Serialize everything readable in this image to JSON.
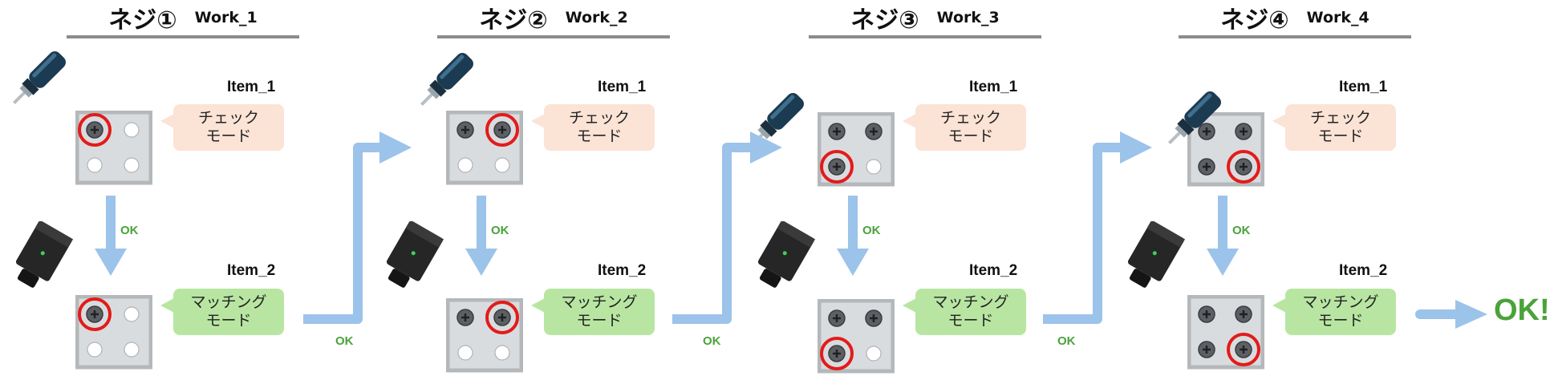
{
  "colors": {
    "arrow": "#9cc3ea",
    "ok_green": "#4aa33a",
    "highlight_ring": "#e31b1b",
    "plate_face": "#d9dcde",
    "plate_border": "#b5b8bb",
    "check_bubble": "#fbe3d6",
    "match_bubble": "#b8e6a2"
  },
  "icons": {
    "driver": "screwdriver-icon",
    "camera": "vision-sensor-icon",
    "screw": "screw-head-icon",
    "hole": "empty-hole-icon"
  },
  "labels": {
    "item_1": "Item_1",
    "item_2": "Item_2",
    "ok": "OK",
    "final_ok": "OK!"
  },
  "modes": {
    "check": "チェック\nモード",
    "matching": "マッチング\nモード"
  },
  "steps": [
    {
      "neji": "ネジ①",
      "work": "Work_1",
      "top_screws": [
        true,
        false,
        false,
        false
      ],
      "bottom_screws": [
        true,
        false,
        false,
        false
      ],
      "highlight": 0
    },
    {
      "neji": "ネジ②",
      "work": "Work_2",
      "top_screws": [
        true,
        true,
        false,
        false
      ],
      "bottom_screws": [
        true,
        true,
        false,
        false
      ],
      "highlight": 1
    },
    {
      "neji": "ネジ③",
      "work": "Work_3",
      "top_screws": [
        true,
        true,
        true,
        false
      ],
      "bottom_screws": [
        true,
        true,
        true,
        false
      ],
      "highlight": 2
    },
    {
      "neji": "ネジ④",
      "work": "Work_4",
      "top_screws": [
        true,
        true,
        true,
        true
      ],
      "bottom_screws": [
        true,
        true,
        true,
        true
      ],
      "highlight": 3
    }
  ]
}
